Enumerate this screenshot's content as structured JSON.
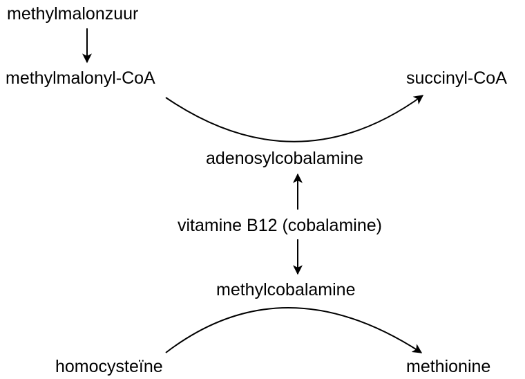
{
  "nodes": {
    "methylmalonzuur": "methylmalonzuur",
    "methylmalonyl_coa": "methylmalonyl-CoA",
    "succinyl_coa": "succinyl-CoA",
    "adenosylcobalamine": "adenosylcobalamine",
    "vitamine_b12": "vitamine B12 (cobalamine)",
    "methylcobalamine": "methylcobalamine",
    "homocysteine": "homocysteïne",
    "methionine": "methionine"
  },
  "colors": {
    "text": "#000000",
    "arrow": "#000000",
    "background": "#ffffff"
  }
}
